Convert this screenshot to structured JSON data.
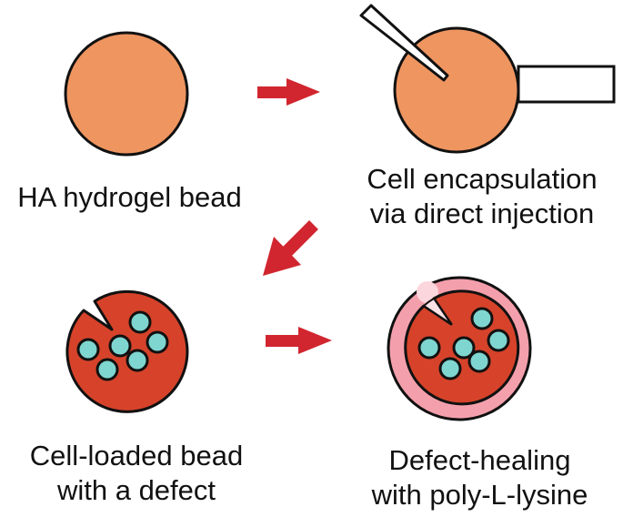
{
  "steps": [
    {
      "lines": [
        "HA hydrogel bead"
      ]
    },
    {
      "lines": [
        "Cell encapsulation",
        "via direct injection"
      ]
    },
    {
      "lines": [
        "Cell-loaded bead",
        "with a defect"
      ]
    },
    {
      "lines": [
        "Defect-healing",
        "with poly-L-lysine"
      ]
    }
  ],
  "colors": {
    "bead": "#ef9560",
    "loaded_bead": "#d6432a",
    "cell": "#7fd6d0",
    "coating": "#f4a0ac",
    "arrow": "#d1262f",
    "outline": "#111111"
  }
}
